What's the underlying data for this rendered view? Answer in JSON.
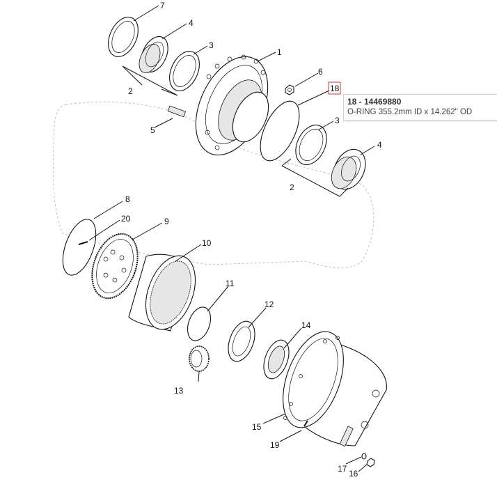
{
  "callouts": {
    "c1": "1",
    "c2a": "2",
    "c2b": "2",
    "c3a": "3",
    "c3b": "3",
    "c4a": "4",
    "c4b": "4",
    "c5": "5",
    "c6": "6",
    "c7": "7",
    "c8": "8",
    "c9": "9",
    "c10": "10",
    "c11": "11",
    "c12": "12",
    "c13": "13",
    "c14": "14",
    "c15": "15",
    "c16": "16",
    "c17": "17",
    "c18": "18",
    "c19": "19",
    "c20": "20"
  },
  "tooltip": {
    "title": "18 - 14469880",
    "description": "O-RING 355.2mm ID x 14.262\" OD"
  },
  "colors": {
    "highlight_box": "#d9534f",
    "outline": "#111111",
    "dashed_group": "#bdbdbd"
  }
}
